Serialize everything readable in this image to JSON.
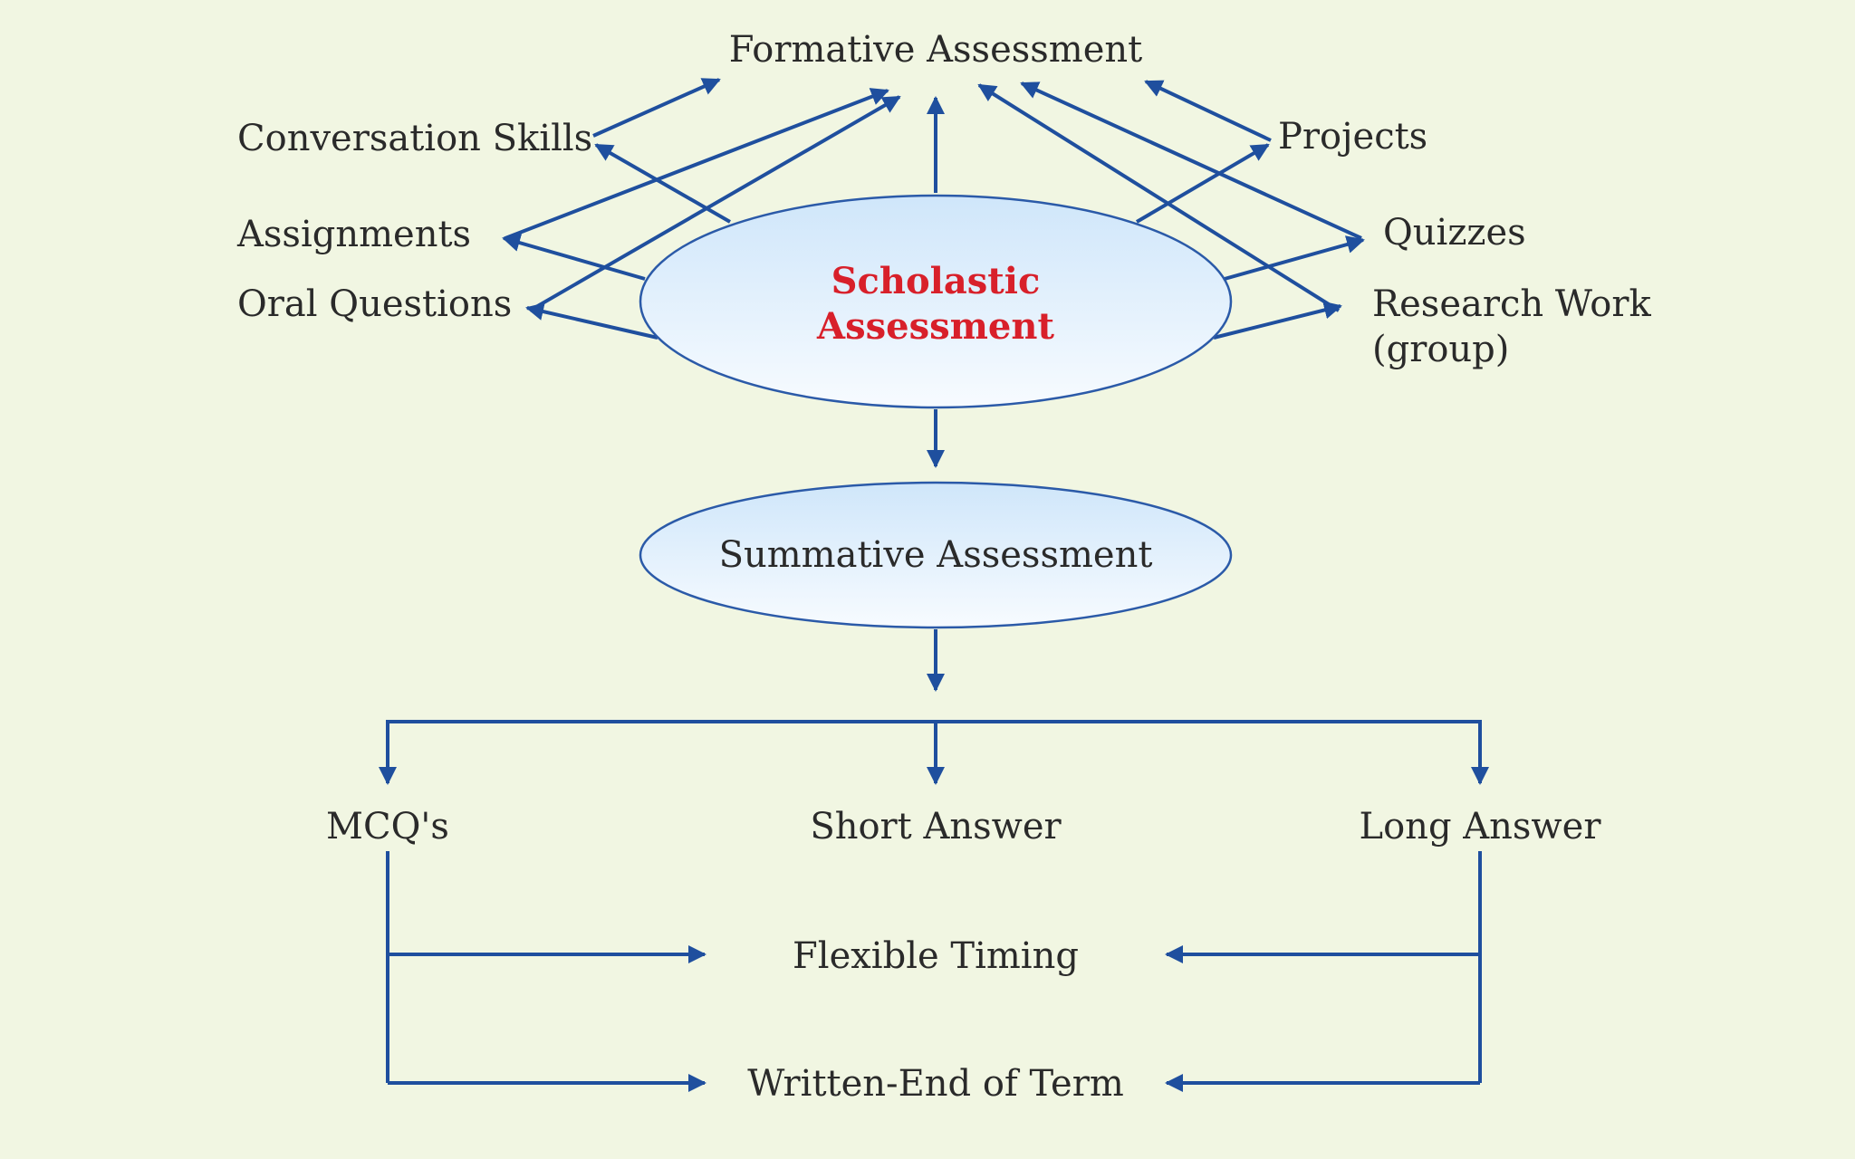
{
  "colors": {
    "background": "#f1f6e2",
    "arrow": "#1f4f9e",
    "ellipse_stroke": "#2b5aa8",
    "ellipse_fill_top": "#cfe6fa",
    "ellipse_fill_bottom": "#f7fbff",
    "center_text": "#d8202a",
    "text": "#2a2a2a"
  },
  "formative": {
    "title": "Formative Assessment",
    "left_items": [
      "Conversation Skills",
      "Assignments",
      "Oral Questions"
    ],
    "right_items": [
      "Projects",
      "Quizzes",
      "Research Work",
      "(group)"
    ]
  },
  "center": {
    "line1": "Scholastic",
    "line2": "Assessment"
  },
  "summative": {
    "title": "Summative Assessment",
    "types": [
      "MCQ's",
      "Short Answer",
      "Long Answer"
    ],
    "modes": [
      "Flexible Timing",
      "Written-End of Term"
    ]
  }
}
